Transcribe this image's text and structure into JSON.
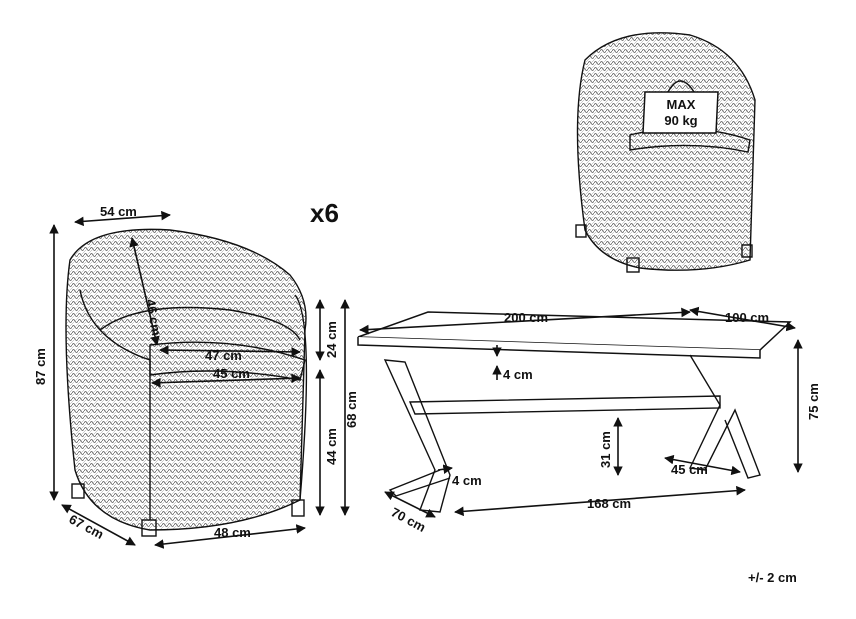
{
  "multiplier": "x6",
  "chair": {
    "width": "54 cm",
    "backrest": "46 cm",
    "height": "87 cm",
    "seat_back_width": "47 cm",
    "seat_front_width": "45 cm",
    "armrest_height": "24 cm",
    "arm_height": "68 cm",
    "seat_height": "44 cm",
    "depth": "67 cm",
    "base_width": "48 cm"
  },
  "weight_badge": {
    "line1": "MAX",
    "line2": "90 kg"
  },
  "table": {
    "length": "200 cm",
    "width": "100 cm",
    "top_thickness": "4 cm",
    "height": "75 cm",
    "crossbar_height": "31 cm",
    "leg_thickness": "4 cm",
    "leg_angle_span": "45 cm",
    "leg_depth": "70 cm",
    "leg_spacing": "168 cm"
  },
  "tolerance": "+/- 2 cm"
}
